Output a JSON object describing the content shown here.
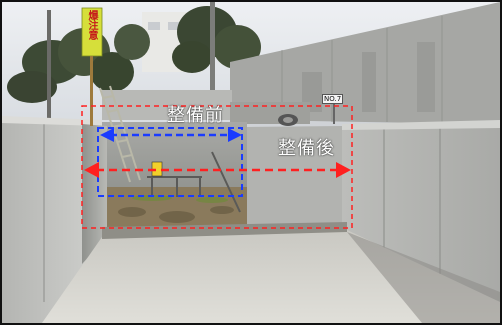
{
  "annotations": {
    "before_label": "整備前",
    "after_label": "整備後"
  },
  "signs": {
    "banner_text": "爆注意",
    "marker_text": "NO.7"
  },
  "colors": {
    "before_marker": "#1a3cff",
    "after_marker": "#ff2020",
    "sky": "#e7eaee",
    "concrete_light": "#d7d8d7",
    "concrete_dark": "#9c9e9c"
  },
  "icons": {
    "before_arrow": "double-headed-arrow-icon",
    "after_arrow": "double-headed-arrow-icon"
  }
}
